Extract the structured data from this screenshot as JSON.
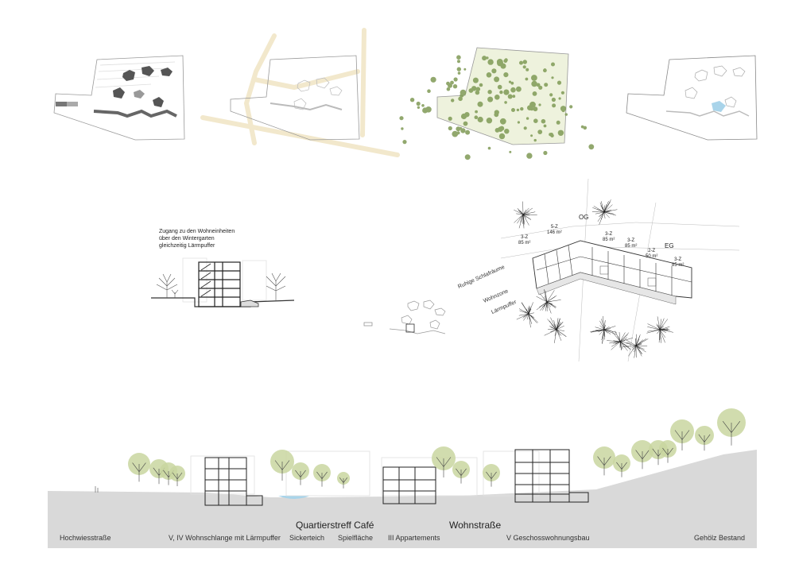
{
  "palette": {
    "tree_green": "#c9d6a0",
    "tree_dark": "#7f9a55",
    "path_beige": "#f2e8cc",
    "ground_gray": "#d9d9d9",
    "water_blue": "#a9d4ea",
    "building_line": "#333333"
  },
  "section_detail": {
    "note": [
      "Zugang zu den Wohneinheiten",
      "über den Wintergarten",
      "gleichzeitig Lärmpuffer"
    ]
  },
  "floorplan": {
    "floor_labels": {
      "upper": "OG",
      "ground": "EG"
    },
    "units": [
      {
        "type": "3-Z",
        "area": "85 m²"
      },
      {
        "type": "5-Z",
        "area": "146 m²"
      },
      {
        "type": "3-Z",
        "area": "85 m²"
      },
      {
        "type": "3-Z",
        "area": "85 m²"
      },
      {
        "type": "2-Z",
        "area": "50 m²"
      },
      {
        "type": "3-Z",
        "area": "85 m²"
      }
    ],
    "zones": [
      "Ruhige Schlafräume",
      "Wohnzone",
      "Lärmpuffer"
    ]
  },
  "site_section": {
    "titles": {
      "cafe": "Quartierstreff Café",
      "street": "Wohnstraße"
    },
    "labels": [
      "Hochwiesstraße",
      "V, IV  Wohnschlange mit Lärmpuffer",
      "Sickerteich",
      "Spielfläche",
      "III  Appartements",
      "V  Geschosswohnungsbau",
      "Gehölz Bestand"
    ]
  }
}
